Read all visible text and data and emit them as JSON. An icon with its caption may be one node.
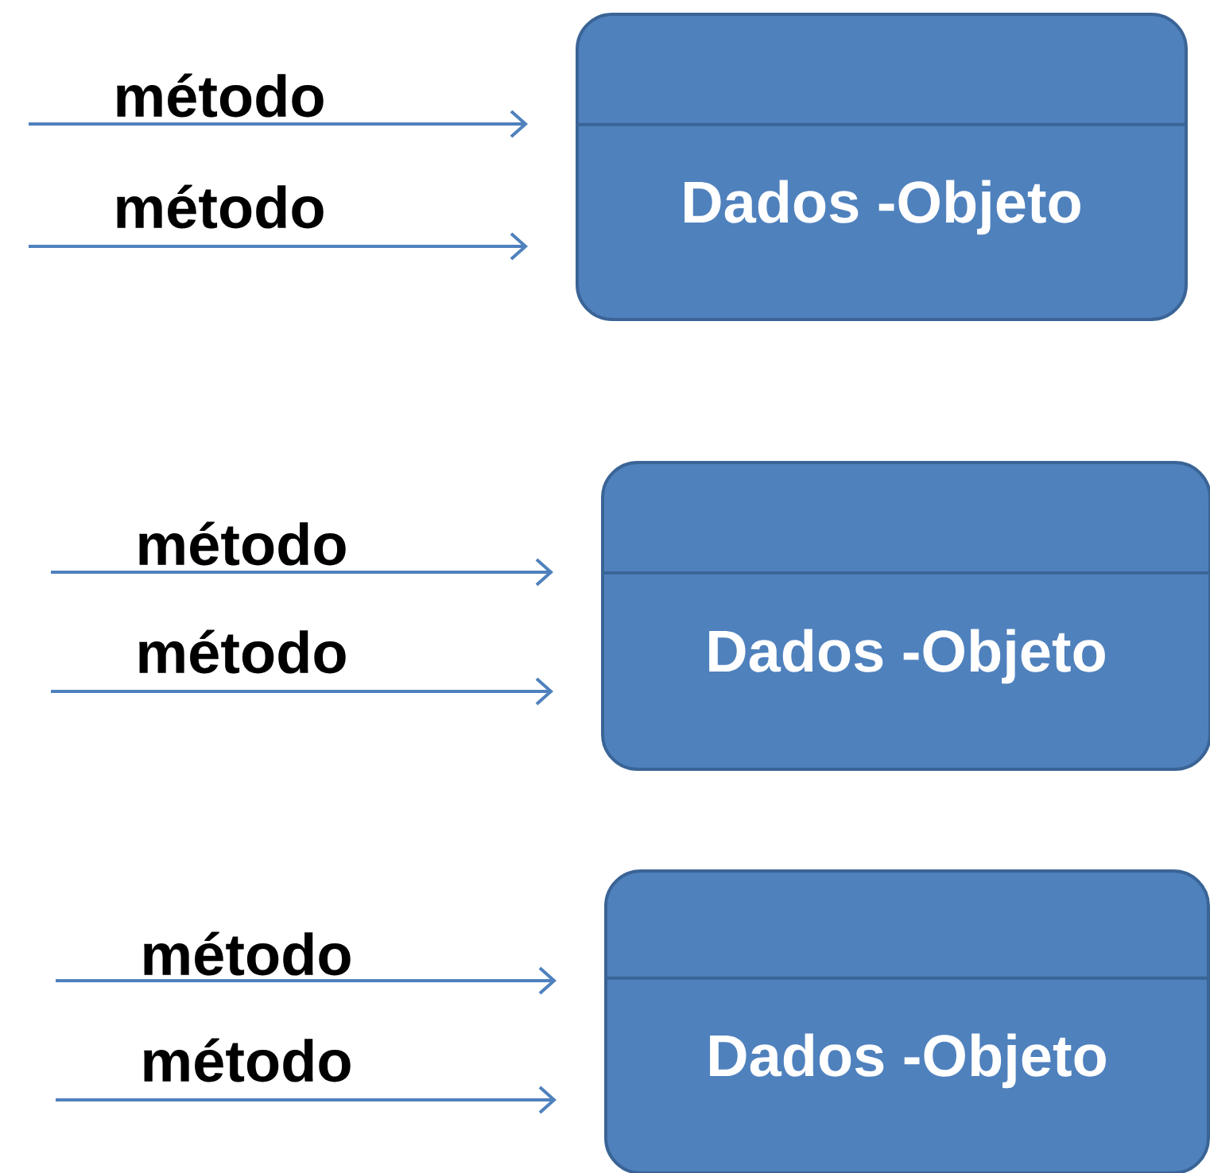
{
  "diagram": {
    "nodes": [
      {
        "text": [
          "Dados -Objeto"
        ]
      },
      {
        "text": [],
        "shape": "box",
        "in": 0
      },
      {
        "text": [
          "Dados -Objeto"
        ]
      },
      {
        "text": [],
        "shape": "box",
        "in": 2
      },
      {
        "text": [
          "Dados -Objeto"
        ]
      },
      {
        "text": [],
        "shape": "box",
        "in": 4
      }
    ],
    "edges": [
      {
        "from": null,
        "to": 0,
        "arrow": "to",
        "label": "método"
      },
      {
        "from": null,
        "to": 0,
        "arrow": "to",
        "label": "método"
      },
      {
        "from": null,
        "to": 2,
        "arrow": "to",
        "label": "método"
      },
      {
        "from": null,
        "to": 2,
        "arrow": "to",
        "label": "método"
      },
      {
        "from": null,
        "to": 4,
        "arrow": "to",
        "label": "método"
      },
      {
        "from": null,
        "to": 4,
        "arrow": "to",
        "label": "método"
      }
    ]
  }
}
